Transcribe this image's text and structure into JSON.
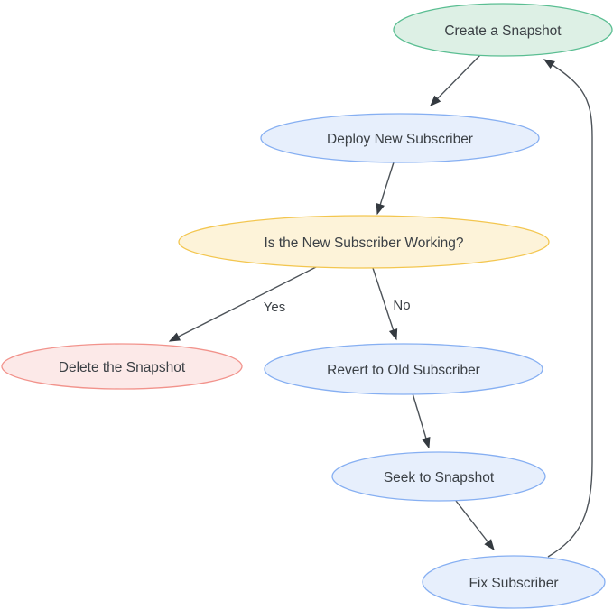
{
  "diagram": {
    "type": "flowchart",
    "background": "#ffffff",
    "text_color": "#3b4045",
    "edge_color": "#4d5359",
    "arrowhead_color": "#343a40",
    "nodes": [
      {
        "id": "create-snapshot",
        "label": "Create a Snapshot",
        "fill": "#ddf0e5",
        "stroke": "#5abe92"
      },
      {
        "id": "deploy-new-subscriber",
        "label": "Deploy New Subscriber",
        "fill": "#e7effc",
        "stroke": "#86aff2"
      },
      {
        "id": "is-subscriber-working",
        "label": "Is the New Subscriber Working?",
        "fill": "#fdf3d9",
        "stroke": "#f3c64f"
      },
      {
        "id": "delete-snapshot",
        "label": "Delete the Snapshot",
        "fill": "#fce9e8",
        "stroke": "#f2938c"
      },
      {
        "id": "revert-old-subscriber",
        "label": "Revert to Old Subscriber",
        "fill": "#e7effc",
        "stroke": "#86aff2"
      },
      {
        "id": "seek-to-snapshot",
        "label": "Seek to Snapshot",
        "fill": "#e7effc",
        "stroke": "#86aff2"
      },
      {
        "id": "fix-subscriber",
        "label": "Fix Subscriber",
        "fill": "#e7effc",
        "stroke": "#86aff2"
      }
    ],
    "edges": [
      {
        "from": "create-snapshot",
        "to": "deploy-new-subscriber",
        "label": ""
      },
      {
        "from": "deploy-new-subscriber",
        "to": "is-subscriber-working",
        "label": ""
      },
      {
        "from": "is-subscriber-working",
        "to": "delete-snapshot",
        "label": "Yes"
      },
      {
        "from": "is-subscriber-working",
        "to": "revert-old-subscriber",
        "label": "No"
      },
      {
        "from": "revert-old-subscriber",
        "to": "seek-to-snapshot",
        "label": ""
      },
      {
        "from": "seek-to-snapshot",
        "to": "fix-subscriber",
        "label": ""
      },
      {
        "from": "fix-subscriber",
        "to": "create-snapshot",
        "label": ""
      }
    ]
  }
}
